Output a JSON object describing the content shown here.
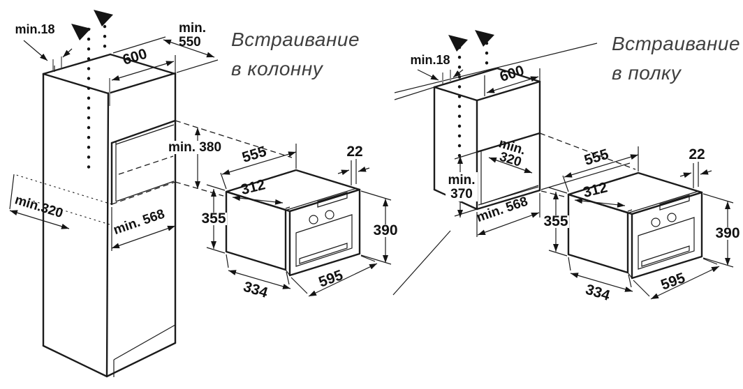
{
  "colors": {
    "line": "#1b1b1b",
    "gray_line": "#8a8a8a",
    "title_text": "#3f3f3f",
    "background": "#ffffff"
  },
  "left_diagram": {
    "title_line1": "Встраивание",
    "title_line2": "в колонну",
    "dims": {
      "top_gap": "min.18",
      "depth_min_line1": "min.",
      "depth_min_line2": "550",
      "width": "600",
      "niche_height": "min. 380",
      "rear_depth": "min.320",
      "niche_width": "min. 568"
    }
  },
  "right_diagram": {
    "title_line1": "Встраивание",
    "title_line2": "в полку",
    "dims": {
      "top_gap": "min.18",
      "width": "600",
      "niche_depth_line1": "min.",
      "niche_depth_line2": "320",
      "niche_height_line1": "min.",
      "niche_height_line2": "370",
      "niche_width": "min. 568"
    }
  },
  "oven": {
    "top_depth": "555",
    "inner_depth": "312",
    "front_overhang": "22",
    "front_height": "390",
    "body_height": "355",
    "body_depth": "334",
    "front_width": "595"
  }
}
